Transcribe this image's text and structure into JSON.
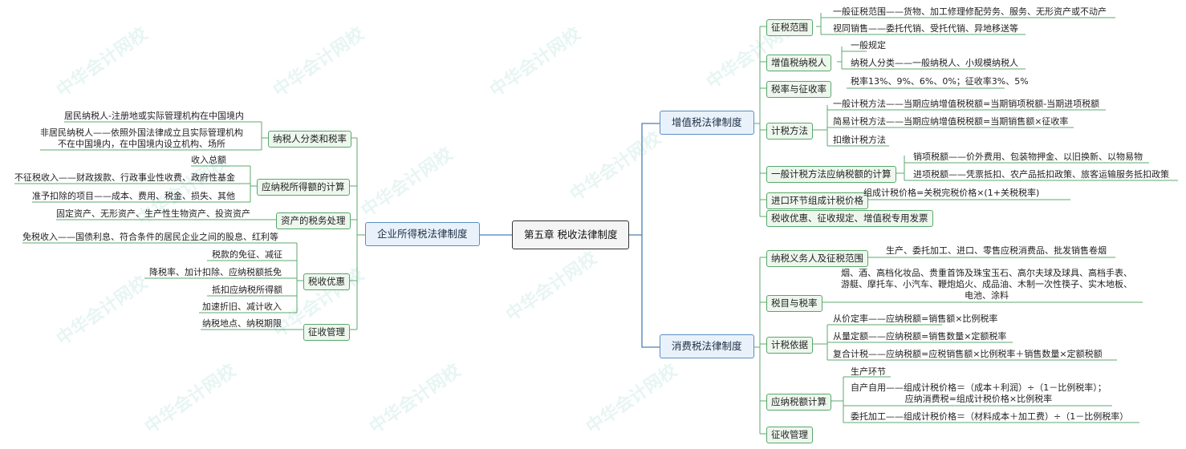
{
  "root": "第五章  税收法律制度",
  "watermark": "中华会计网校",
  "colors": {
    "main_line": "#4a7fb5",
    "branch_line": "#5caa6c",
    "box_fill": "#eef7ee"
  },
  "vat": {
    "title": "增值税法律制度",
    "scope": {
      "label": "征税范围",
      "items": [
        "一般征税范围——货物、加工修理修配劳务、服务、无形资产或不动产",
        "视同销售——委托代销、受托代销、异地移送等"
      ]
    },
    "taxpayer": {
      "label": "增值税纳税人",
      "items": [
        "一般规定",
        "纳税人分类——一般纳税人、小规模纳税人"
      ]
    },
    "rate": {
      "label": "税率与征收率",
      "items": [
        "税率13%、9%、6%、0%；征收率3%、5%"
      ]
    },
    "method": {
      "label": "计税方法",
      "items": [
        "一般计税方法——当期应纳增值税税额=当期销项税额-当期进项税额",
        "简易计税方法——当期应纳增值税税额=当期销售额×征收率",
        "扣缴计税方法"
      ]
    },
    "general": {
      "label": "一般计税方法应纳税额的计算",
      "items": [
        "销项税额——价外费用、包装物押金、以旧换新、以物易物",
        "进项税额——凭票抵扣、农产品抵扣政策、旅客运输服务抵扣政策"
      ]
    },
    "import": {
      "label": "进口环节组成计税价格",
      "items": [
        "组成计税价格=关税完税价格×(1+关税税率)"
      ]
    },
    "other": {
      "label": "税收优惠、征收规定、增值税专用发票"
    }
  },
  "consumption": {
    "title": "消费税法律制度",
    "scope": {
      "label": "纳税义务人及征税范围",
      "items": [
        "生产、委托加工、进口、零售应税消费品、批发销售卷烟"
      ]
    },
    "items": {
      "label": "税目与税率",
      "text": "烟、酒、高档化妆品、贵重首饰及珠宝玉石、高尔夫球及球具、高档手表、\n游艇、摩托车、小汽车、鞭炮焰火、成品油、木制一次性筷子、实木地板、\n电池、涂料"
    },
    "basis": {
      "label": "计税依据",
      "items": [
        "从价定率——应纳税额=销售额×比例税率",
        "从量定额——应纳税额=销售数量×定额税率",
        "复合计税——应纳税额=应税销售额×比例税率＋销售数量×定额税额"
      ]
    },
    "calc": {
      "label": "应纳税额计算",
      "items": [
        "生产环节",
        "自产自用——组成计税价格＝（成本＋利润）÷（1－比例税率）；\n应纳消费税=组成计税价格×比例税率",
        "委托加工——组成计税价格＝（材料成本＋加工费）÷（1－比例税率）"
      ]
    },
    "admin": {
      "label": "征收管理"
    }
  },
  "cit": {
    "title": "企业所得税法律制度",
    "taxpayer": {
      "label": "纳税人分类和税率",
      "items": [
        "居民纳税人-注册地或实际管理机构在中国境内",
        "非居民纳税人——依照外国法律成立且实际管理机构\n不在中国境内，在中国境内设立机构、场所"
      ]
    },
    "income": {
      "label": "应纳税所得额的计算",
      "items": [
        "收入总额",
        "不征税收入——财政拨款、行政事业性收费、政府性基金",
        "准予扣除的项目——成本、费用、税金、损失、其他"
      ]
    },
    "assets": {
      "label": "资产的税务处理",
      "items": [
        "固定资产、无形资产、生产性生物资产、投资资产"
      ]
    },
    "pref": {
      "label": "税收优惠",
      "items": [
        "免税收入——国债利息、符合条件的居民企业之间的股息、红利等",
        "税款的免征、减征",
        "降税率、加计扣除、应纳税额抵免",
        "抵扣应纳税所得额",
        "加速折旧、减计收入"
      ]
    },
    "admin": {
      "label": "征收管理",
      "items": [
        "纳税地点、纳税期限"
      ]
    }
  }
}
